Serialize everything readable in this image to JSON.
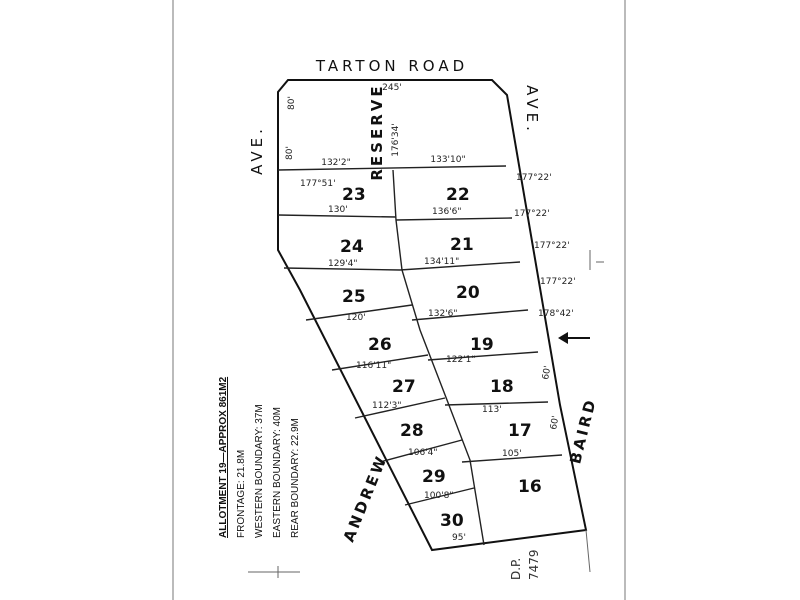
{
  "roads": {
    "north": "TARTON ROAD",
    "west": "AVE.",
    "east": "AVE.",
    "southwest": "ANDREW",
    "southeast": "BAIRD"
  },
  "reserve": {
    "label": "RESERVE",
    "frontage": "245'",
    "depth": "176'34'"
  },
  "lots": [
    {
      "number": "23"
    },
    {
      "number": "22"
    },
    {
      "number": "24"
    },
    {
      "number": "21"
    },
    {
      "number": "25"
    },
    {
      "number": "20"
    },
    {
      "number": "26"
    },
    {
      "number": "19"
    },
    {
      "number": "27"
    },
    {
      "number": "18"
    },
    {
      "number": "28"
    },
    {
      "number": "17"
    },
    {
      "number": "29"
    },
    {
      "number": "16"
    },
    {
      "number": "30"
    }
  ],
  "dimensions": {
    "top_frontage": "245'",
    "reserve_left": "132'2\"",
    "reserve_right": "133'10\"",
    "l23_bearing": "177°51'",
    "l23_width": "130'",
    "l22_width": "136'6\"",
    "l24_width": "129'4\"",
    "l21_width": "134'11\"",
    "l25_width": "120'",
    "l20_width": "132'6\"",
    "l26_width": "116'11\"",
    "l19_width": "122'1\"",
    "l27_width": "112'3\"",
    "l18_width": "113'",
    "l28_width": "106'4\"",
    "l17_width": "105'",
    "l29_width": "100'8\"",
    "l30_width": "95'",
    "east_b1": "177°22'",
    "east_b2": "177°22'",
    "east_b3": "177°22'",
    "east_b4": "177°22'",
    "east_b5": "178°42'",
    "front_60": "60'",
    "front_80": "80'"
  },
  "allotment_info": {
    "title": "ALLOTMENT 19—APPROX 861M2",
    "frontage": "FRONTAGE: 21.8M",
    "western": "WESTERN BOUNDARY: 37M",
    "eastern": "EASTERN BOUNDARY: 40M",
    "rear": "REAR BOUNDARY: 22.9M"
  },
  "deposited_plan": {
    "prefix": "D.P.",
    "number": "7479"
  },
  "north_arrow": "arrow-left-icon"
}
